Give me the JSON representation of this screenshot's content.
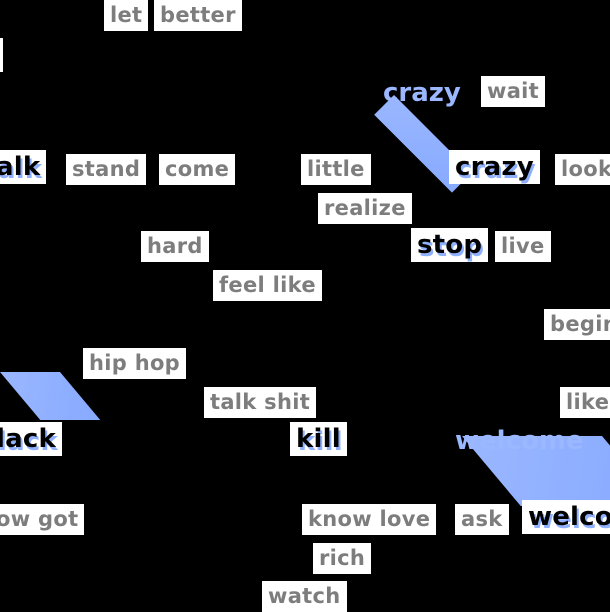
{
  "words": {
    "let": "let",
    "better": "better",
    "wait": "wait",
    "crazy_ghost": "crazy",
    "talk": "alk",
    "stand": "stand",
    "come": "come",
    "little": "little",
    "crazy": "crazy",
    "look": "look",
    "realize": "realize",
    "hard": "hard",
    "stop": "stop",
    "live": "live",
    "feel_like": "feel like",
    "begin": "begin",
    "hip_hop": "hip hop",
    "talk_shit": "talk shit",
    "like": "like",
    "black": "lack",
    "kill": "kill",
    "welcome_ghost": "welcome",
    "know_got": "ow got",
    "know_love": "know love",
    "ask": "ask",
    "welcome": "welco",
    "rich": "rich",
    "watch": "watch"
  },
  "colors": {
    "background": "#000000",
    "tag_bg": "#ffffff",
    "tag_text": "#7d7d7d",
    "emphasis_text": "#000000",
    "shadow_blue": "#8fb0ff"
  }
}
